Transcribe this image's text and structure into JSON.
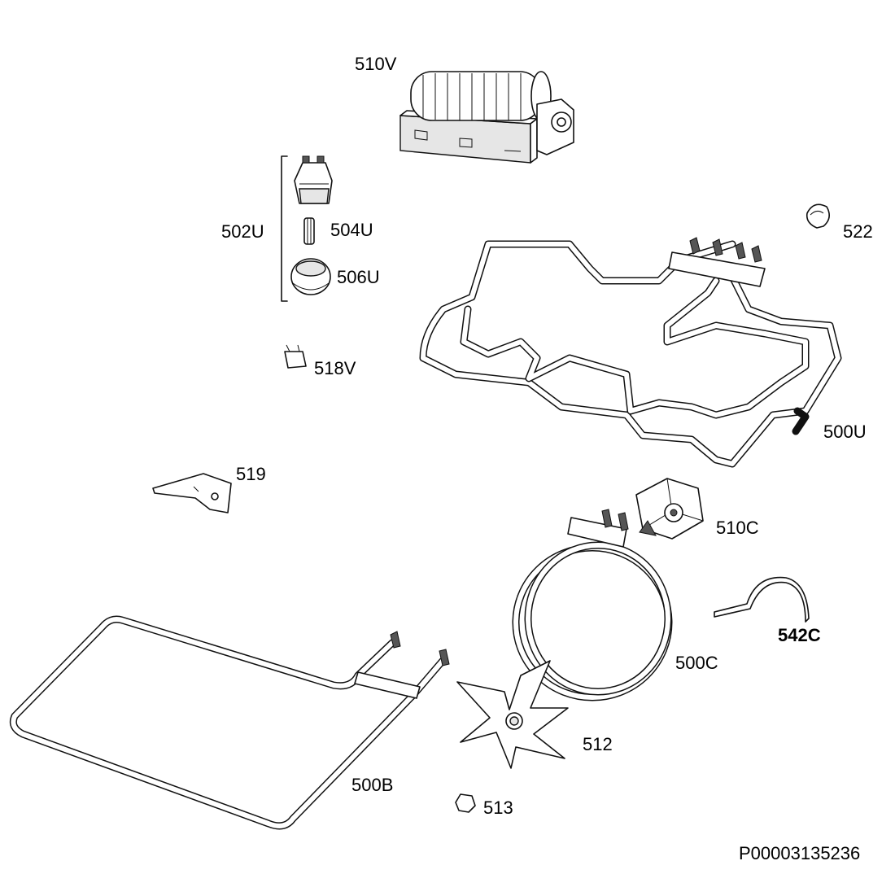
{
  "labels": {
    "l510V": "510V",
    "l502U": "502U",
    "l504U": "504U",
    "l506U": "506U",
    "l522": "522",
    "l518V": "518V",
    "l500U": "500U",
    "l519": "519",
    "l510C": "510C",
    "l542C": "542C",
    "l500C": "500C",
    "l500B": "500B",
    "l512": "512",
    "l513": "513",
    "ref": "P00003135236"
  }
}
